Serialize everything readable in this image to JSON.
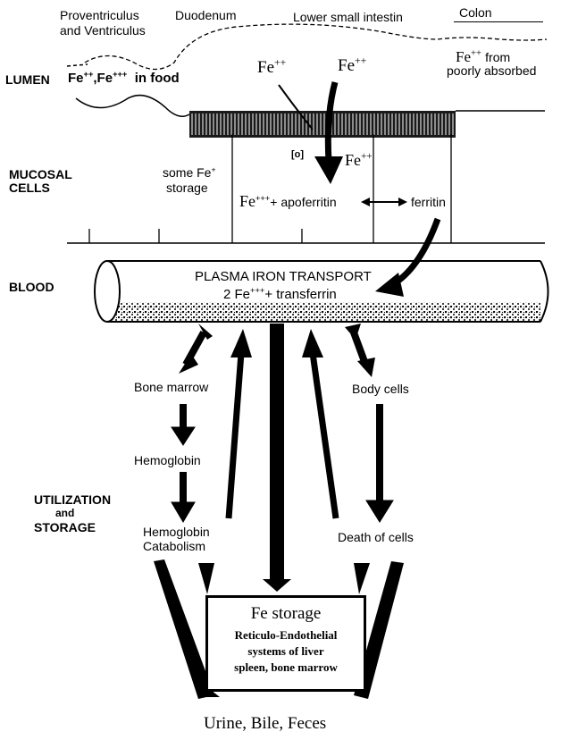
{
  "header": {
    "proventriculus": "Proventriculus",
    "ventriculus": "and Ventriculus",
    "duodenum": "Duodenum",
    "lower_small_intestine": "Lower small intestin",
    "colon": "Colon"
  },
  "lumen": {
    "label": "LUMEN",
    "food_fe2": "Fe",
    "food_fe2_sup": "++",
    "food_fe3": ",Fe",
    "food_fe3_sup": "+++",
    "food_in": "in food",
    "fe_a": "Fe",
    "fe_a_sup": "++",
    "fe_b": "Fe",
    "fe_b_sup": "++",
    "colon_fe": "Fe",
    "colon_fe_sup": "++",
    "colon_from": "from",
    "poorly": "poorly absorbed"
  },
  "mucosal": {
    "label_1": "MUCOSAL",
    "label_2": "CELLS",
    "some_fe": "some Fe",
    "some_fe_sup": "+",
    "storage": "storage",
    "oxidation": "[o]",
    "fe_cell": "Fe",
    "fe_cell_sup": "++",
    "fe3": "Fe",
    "fe3_sup": "+++",
    "apoferritin": "+ apoferritin",
    "ferritin": "ferritin"
  },
  "blood": {
    "label": "BLOOD",
    "title": "PLASMA IRON TRANSPORT",
    "transferrin_pre": "2  Fe",
    "transferrin_sup": "+++",
    "transferrin_post": "+ transferrin"
  },
  "utilization": {
    "label_1": "UTILIZATION",
    "label_2": "and",
    "label_3": "STORAGE",
    "bone_marrow": "Bone marrow",
    "hemoglobin": "Hemoglobin",
    "catabolism_1": "Hemoglobin",
    "catabolism_2": "Catabolism",
    "body_cells": "Body cells",
    "death_of_cells": "Death of cells"
  },
  "storage_box": {
    "title": "Fe  storage",
    "line_1": "Reticulo-Endothelial",
    "line_2": "systems of liver",
    "line_3": "spleen, bone marrow"
  },
  "excretion": "Urine, Bile, Feces"
}
